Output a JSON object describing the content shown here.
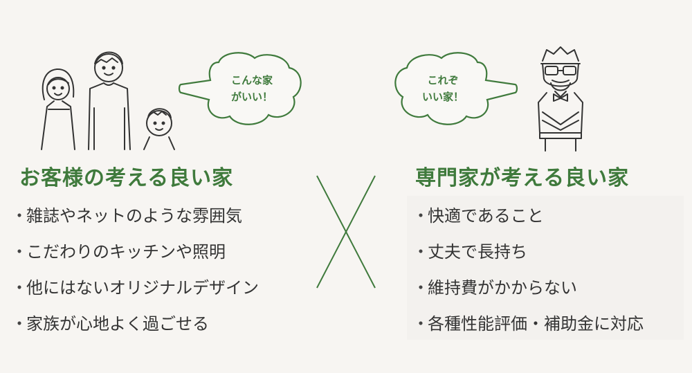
{
  "left": {
    "bubble_line1": "こんな家",
    "bubble_line2": "がいい！",
    "heading": "お客様の考える良い家",
    "items": [
      "雑誌やネットのような雰囲気",
      "こだわりのキッチンや照明",
      "他にはないオリジナルデザイン",
      "家族が心地よく過ごせる"
    ]
  },
  "right": {
    "bubble_line1": "これぞ",
    "bubble_line2": "いい家！",
    "heading": "専門家が考える良い家",
    "items": [
      "快適であること",
      "丈夫で長持ち",
      "維持費がかからない",
      "各種性能評価・補助金に対応"
    ]
  },
  "bullet": "・",
  "colors": {
    "accent": "#3f7a3c",
    "text": "#333333",
    "background": "#f7f5f2"
  }
}
